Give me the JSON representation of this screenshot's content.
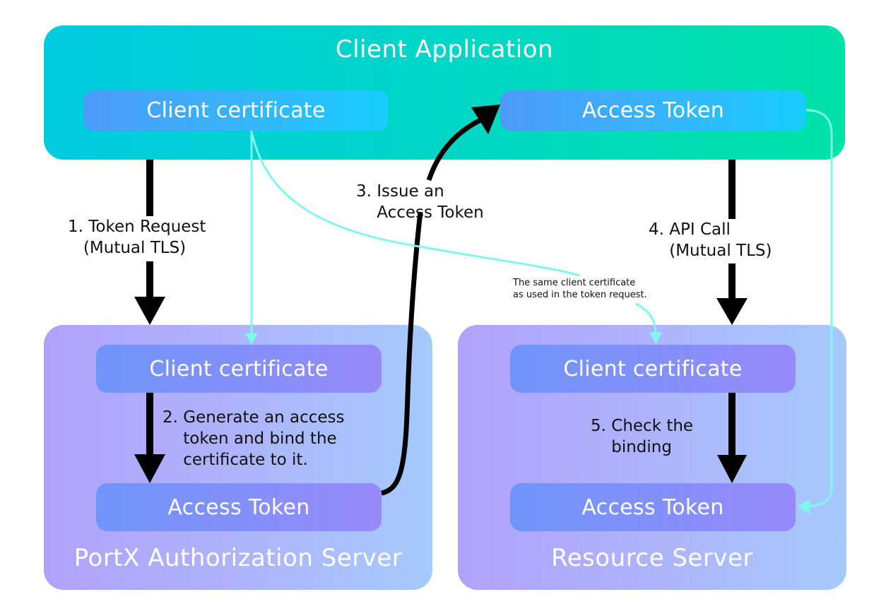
{
  "colors": {
    "client_app_gradient": [
      "#00cbe0",
      "#00e2a8"
    ],
    "server_gradient": [
      "#b0a2fb",
      "#a6cafc"
    ],
    "top_box_gradient": [
      "#4d9af9",
      "#17cdfc"
    ],
    "inner_box_gradient": [
      "#6f95fa",
      "#978afa"
    ],
    "arrow_black": "#000000",
    "arrow_cyan": "#7ff8ec"
  },
  "client_application": {
    "title": "Client Application",
    "client_certificate": "Client certificate",
    "access_token": "Access Token"
  },
  "authorization_server": {
    "title": "PortX Authorization Server",
    "client_certificate": "Client certificate",
    "access_token": "Access Token"
  },
  "resource_server": {
    "title": "Resource Server",
    "client_certificate": "Client certificate",
    "access_token": "Access Token"
  },
  "steps": {
    "step1": "1. Token Request\n   (Mutual TLS)",
    "step2": "2. Generate an access\n    token and bind the\n    certificate to it.",
    "step3": "3. Issue an\n    Access Token",
    "step4": "4. API Call\n    (Mutual TLS)",
    "step5": "5. Check the\n    binding"
  },
  "annotation": "The same client certificate\nas used in the token request."
}
